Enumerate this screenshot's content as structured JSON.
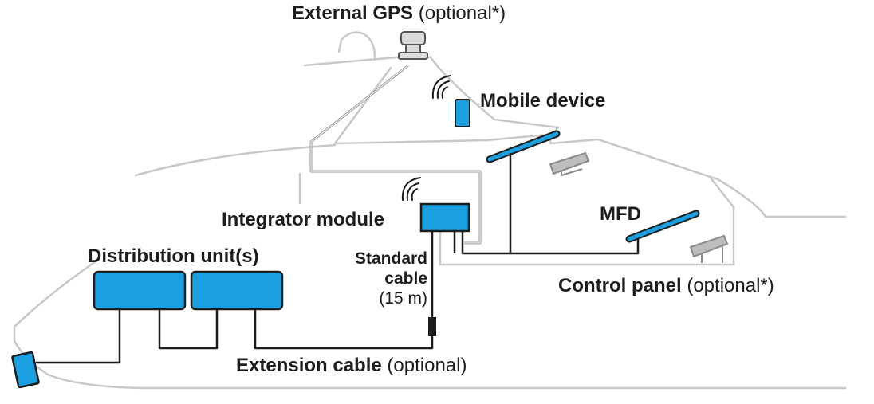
{
  "labels": {
    "external_gps": "External GPS",
    "external_gps_note": "(optional*)",
    "mobile_device": "Mobile device",
    "integrator_module": "Integrator module",
    "mfd": "MFD",
    "distribution_units": "Distribution unit(s)",
    "standard_cable_line1": "Standard",
    "standard_cable_line2": "cable",
    "standard_cable_length": "(15 m)",
    "control_panel": "Control panel",
    "control_panel_note": "(optional*)",
    "extension_cable": "Extension cable",
    "extension_cable_note": "(optional)"
  },
  "colors": {
    "device_blue": "#1a9fe0",
    "outline": "#1d1d1b",
    "hull_line": "#c8c8c8",
    "cable": "#1d1d1b",
    "internal_cable": "#9a9a9a",
    "panel_grey": "#bdbdbd"
  }
}
